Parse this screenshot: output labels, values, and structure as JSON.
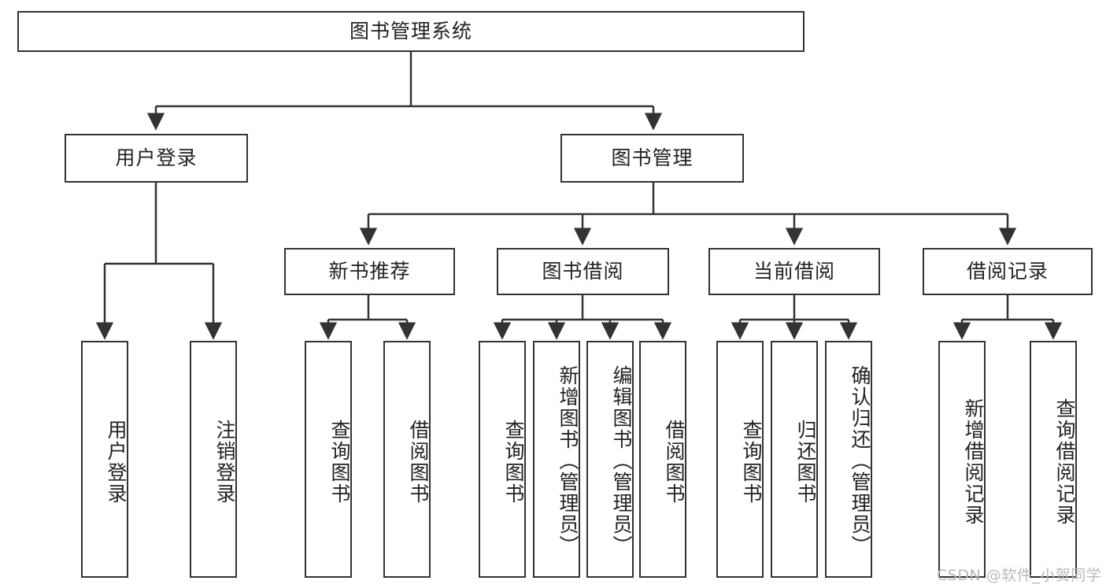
{
  "diagram": {
    "title": "图书管理系统",
    "type": "hierarchy-tree",
    "watermark": "CSDN @软件_小贺同学",
    "colors": {
      "box_border": "#333333",
      "box_fill": "#ffffff",
      "edge": "#333333",
      "text": "#222222",
      "watermark": "#b9b9b9"
    },
    "nodes": {
      "root": {
        "label": "图书管理系统"
      },
      "level2": [
        {
          "id": "user-login",
          "label": "用户登录"
        },
        {
          "id": "book-manage",
          "label": "图书管理"
        }
      ],
      "level3": [
        {
          "id": "new-book-rec",
          "label": "新书推荐"
        },
        {
          "id": "book-borrow",
          "label": "图书借阅"
        },
        {
          "id": "current-borrow",
          "label": "当前借阅"
        },
        {
          "id": "borrow-record",
          "label": "借阅记录"
        }
      ],
      "leaves": {
        "user-login": [
          {
            "id": "leaf-user-login",
            "label": "用户登录"
          },
          {
            "id": "leaf-user-logout",
            "label": "注销登录"
          }
        ],
        "new-book-rec": [
          {
            "id": "leaf-query-book-1",
            "label": "查询图书"
          },
          {
            "id": "leaf-borrow-book-1",
            "label": "借阅图书"
          }
        ],
        "book-borrow": [
          {
            "id": "leaf-query-book-2",
            "label": "查询图书"
          },
          {
            "id": "leaf-add-book",
            "label": "新增图书（管理员）"
          },
          {
            "id": "leaf-edit-book",
            "label": "编辑图书（管理员）"
          },
          {
            "id": "leaf-borrow-book-2",
            "label": "借阅图书"
          }
        ],
        "current-borrow": [
          {
            "id": "leaf-query-book-3",
            "label": "查询图书"
          },
          {
            "id": "leaf-return-book",
            "label": "归还图书"
          },
          {
            "id": "leaf-confirm-return",
            "label": "确认归还（管理员）"
          }
        ],
        "borrow-record": [
          {
            "id": "leaf-add-record",
            "label": "新增借阅记录"
          },
          {
            "id": "leaf-query-record",
            "label": "查询借阅记录"
          }
        ]
      }
    }
  }
}
